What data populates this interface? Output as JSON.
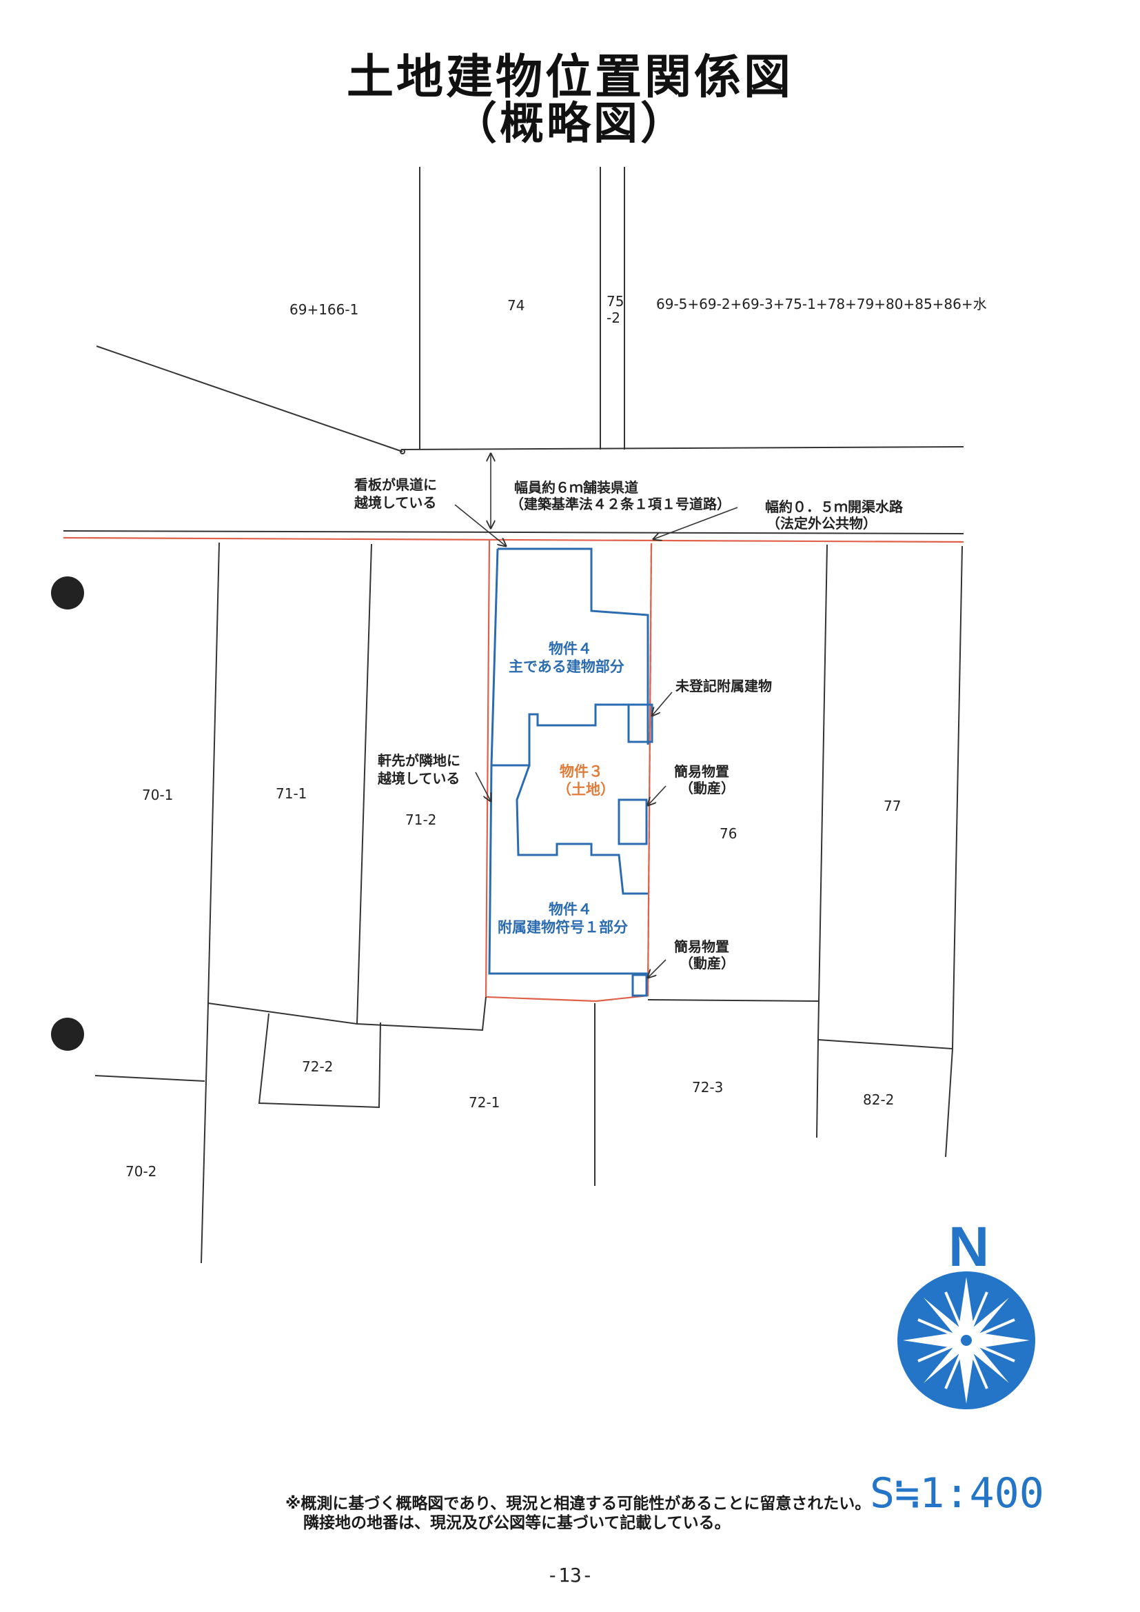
{
  "title": {
    "main": "土地建物位置関係図",
    "sub": "（概略図）"
  },
  "parcels": {
    "p69_166_1": "69+166-1",
    "p74": "74",
    "p75_2_top": "75",
    "p75_2_bottom": "-2",
    "p69_5": "69-5+69-2+69-3+75-1+78+79+80+85+86+水",
    "p70_1": "70-1",
    "p71_1": "71-1",
    "p71_2": "71-2",
    "p76": "76",
    "p77": "77",
    "p72_2": "72-2",
    "p72_1": "72-1",
    "p72_3": "72-3",
    "p82_2": "82-2",
    "p70_2": "70-2"
  },
  "annotations": {
    "signboard_line1": "看板が県道に",
    "signboard_line2": "越境している",
    "road_line1": "幅員約６ｍ舗装県道",
    "road_line2": "（建築基準法４２条１項１号道路）",
    "waterway_line1": "幅約０．５ｍ開渠水路",
    "waterway_line2": "（法定外公共物）",
    "unregistered_annex": "未登記附属建物",
    "eaves_line1": "軒先が隣地に",
    "eaves_line2": "越境している",
    "movable1_line1": "簡易物置",
    "movable1_line2": "（動産）",
    "movable2_line1": "簡易物置",
    "movable2_line2": "（動産）"
  },
  "buildings": {
    "main_line1": "物件４",
    "main_line2": "主である建物部分",
    "annex_line1": "物件４",
    "annex_line2": "附属建物符号１部分"
  },
  "land": {
    "line1": "物件３",
    "line2": "（土地）"
  },
  "compass": {
    "label": "N"
  },
  "scale": "S≒1:400",
  "footnotes": [
    "※概測に基づく概略図であり、現況と相違する可能性があることに留意されたい。",
    "隣接地の地番は、現況及び公図等に基づいて記載している。"
  ],
  "page_number": "-13-",
  "colors": {
    "line": "#333333",
    "property_boundary": "#e0604a",
    "building": "#2b6cb0",
    "land_label": "#e07b39",
    "compass": "#2475c8"
  }
}
